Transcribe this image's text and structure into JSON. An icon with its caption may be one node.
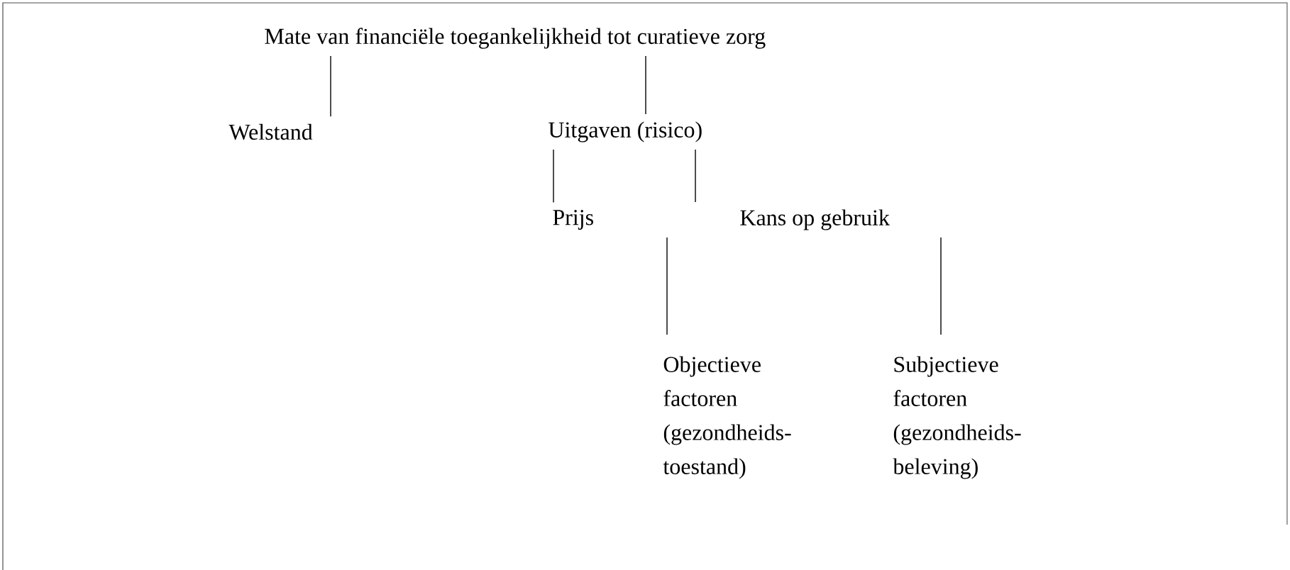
{
  "diagram": {
    "nodes": [
      {
        "text": [
          "Mate van financiële toegankelijkheid tot curatieve zorg"
        ]
      },
      {
        "text": [
          "Welstand"
        ]
      },
      {
        "text": [
          "Uitgaven (risico)"
        ]
      },
      {
        "text": [
          "Prijs"
        ]
      },
      {
        "text": [
          "Kans op gebruik"
        ]
      },
      {
        "text": [
          "Objectieve factoren (gezondheids- toestand)"
        ]
      },
      {
        "text": [
          "Subjectieve factoren (gezondheids- beleving)"
        ]
      }
    ],
    "edges": [
      {
        "from": 0,
        "to": 1,
        "arrow": "none"
      },
      {
        "from": 0,
        "to": 2,
        "arrow": "none"
      },
      {
        "from": 2,
        "to": 3,
        "arrow": "none"
      },
      {
        "from": 2,
        "to": 4,
        "arrow": "none"
      },
      {
        "from": 4,
        "to": 5,
        "arrow": "none"
      },
      {
        "from": 4,
        "to": 6,
        "arrow": "none"
      }
    ]
  }
}
